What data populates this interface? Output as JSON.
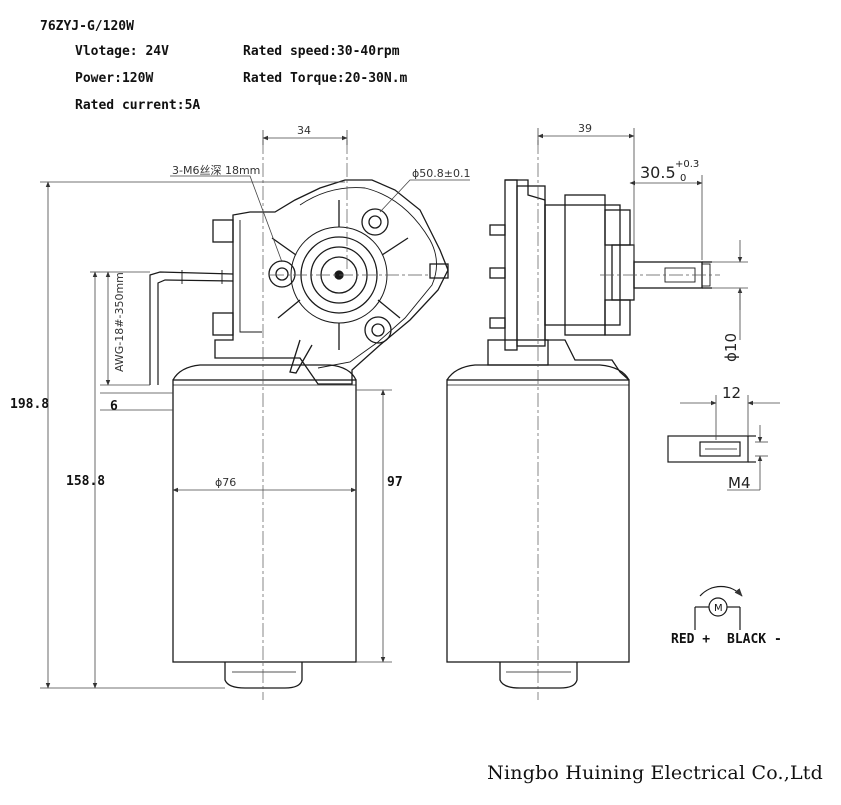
{
  "header": {
    "model": "76ZYJ-G/120W",
    "voltage": "Vlotage: 24V",
    "power": "Power:120W",
    "current": "Rated current:5A",
    "speed": "Rated speed:30-40rpm",
    "torque": "Rated Torque:20-30N.m"
  },
  "dimensions": {
    "d34": "34",
    "d39": "39",
    "d30_5": "30.5",
    "tol_plus": "+0.3",
    "tol_zero": "0",
    "d50": "ϕ50.8±0.1",
    "m6": "3-M6丝深 18mm",
    "awg": "AWG-18#-350mm",
    "d6": "6",
    "d198": "198.8",
    "d158": "158.8",
    "d76": "ϕ76",
    "d97": "97",
    "d10": "ϕ10",
    "d12": "12",
    "m4": "M4"
  },
  "wiring": {
    "motor_symbol": "M",
    "red": "RED +",
    "black": "BLACK -"
  },
  "footer": {
    "company": "Ningbo Huining Electrical Co.,Ltd"
  },
  "colors": {
    "line": "#1a1a1a",
    "dim_line": "#444444",
    "background": "#ffffff"
  }
}
